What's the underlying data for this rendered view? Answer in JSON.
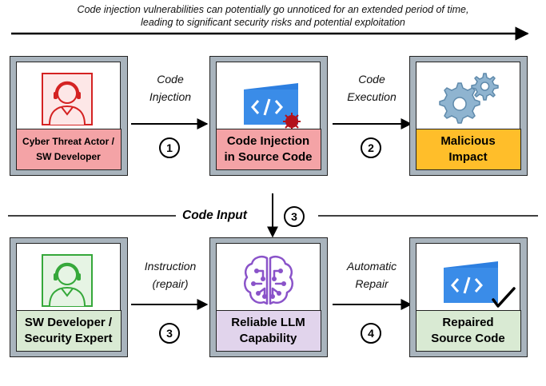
{
  "caption": {
    "line1": "Code injection vulnerabilities can potentially go unnoticed for an extended period of time,",
    "line2": "leading to significant security risks and potential exploitation"
  },
  "top_row": {
    "actor": "Cyber Threat Actor /\nSW Developer",
    "injection": "Code Injection\nin Source Code",
    "impact": "Malicious\nImpact"
  },
  "bottom_row": {
    "developer": "SW Developer /\nSecurity Expert",
    "llm": "Reliable LLM\nCapability",
    "repaired": "Repaired\nSource Code"
  },
  "edges": {
    "code_injection": "Code\nInjection",
    "code_execution": "Code\nExecution",
    "instruction": "Instruction\n(repair)",
    "automatic_repair": "Automatic\nRepair"
  },
  "steps": {
    "s1": "1",
    "s2": "2",
    "s3": "3",
    "s4": "4"
  },
  "divider_label": "Code Input",
  "colors": {
    "frame": "#a9b4bd",
    "red_label": "#f4a3a6",
    "orange_label": "#ffbe2a",
    "green_label": "#d9ead3",
    "purple_label": "#e1d4ec",
    "actor_icon": "#d42222",
    "developer_icon": "#35a83a",
    "llm_icon": "#8a53c9",
    "code_window": "#2d7fe0",
    "gear": "#8fb4d0",
    "malware": "#b3121b"
  },
  "icons": {
    "actor": "user-headset-icon",
    "injection": "code-window-malware-icon",
    "impact": "gears-icon",
    "developer": "user-headset-icon",
    "llm": "brain-circuit-icon",
    "repaired": "code-window-check-icon"
  }
}
